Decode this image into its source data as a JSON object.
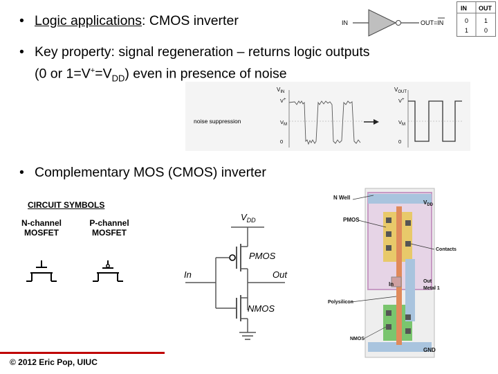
{
  "bullets": [
    {
      "prefix": "Logic applications",
      "rest": ": CMOS inverter"
    },
    {
      "line1": "Key property: signal regeneration – returns logic outputs",
      "line2_a": "(0 or 1=V",
      "line2_sup": "+",
      "line2_b": "=V",
      "line2_sub": "DD",
      "line2_c": ") even in presence of noise"
    },
    {
      "text": "Complementary MOS (CMOS) inverter"
    }
  ],
  "inverter_symbol": {
    "in": "IN",
    "out": "OUT=IN"
  },
  "truth_table": {
    "headers": [
      "IN",
      "OUT"
    ],
    "rows": [
      [
        "0",
        "1"
      ],
      [
        "1",
        "0"
      ]
    ]
  },
  "noise_figure": {
    "label": "noise suppression",
    "left_axis": {
      "top": "V",
      "top_sub": "IN",
      "v_plus": "V",
      "v_plus_sup": "+",
      "v_m": "V",
      "v_m_sub": "M",
      "zero": "0"
    },
    "right_axis": {
      "top": "V",
      "top_sub": "OUT",
      "v_plus": "V",
      "v_plus_sup": "+",
      "v_m": "V",
      "v_m_sub": "M",
      "zero": "0"
    }
  },
  "circuit_symbols": {
    "title": "CIRCUIT SYMBOLS",
    "nmos_line1": "N-channel",
    "nmos_line2": "MOSFET",
    "pmos_line1": "P-channel",
    "pmos_line2": "MOSFET"
  },
  "schematic": {
    "vdd": "V",
    "vdd_sub": "DD",
    "pmos": "PMOS",
    "nmos": "NMOS",
    "in": "In",
    "out": "Out"
  },
  "layout": {
    "nwell": "N Well",
    "vdd": "V",
    "vdd_sub": "DD",
    "pmos": "PMOS",
    "contacts": "Contacts",
    "in": "In",
    "out": "Out",
    "metal": "Metal 1",
    "poly": "Polysilicon",
    "nmos": "NMOS",
    "gnd": "GND"
  },
  "footer": "© 2012 Eric Pop, UIUC",
  "colors": {
    "footer_bar": "#c00000",
    "pmos_active": "#e8c96a",
    "nmos_active": "#7ac56e",
    "poly": "#e08a5a",
    "metal": "#a9c4de",
    "well": "#c79ac4"
  }
}
